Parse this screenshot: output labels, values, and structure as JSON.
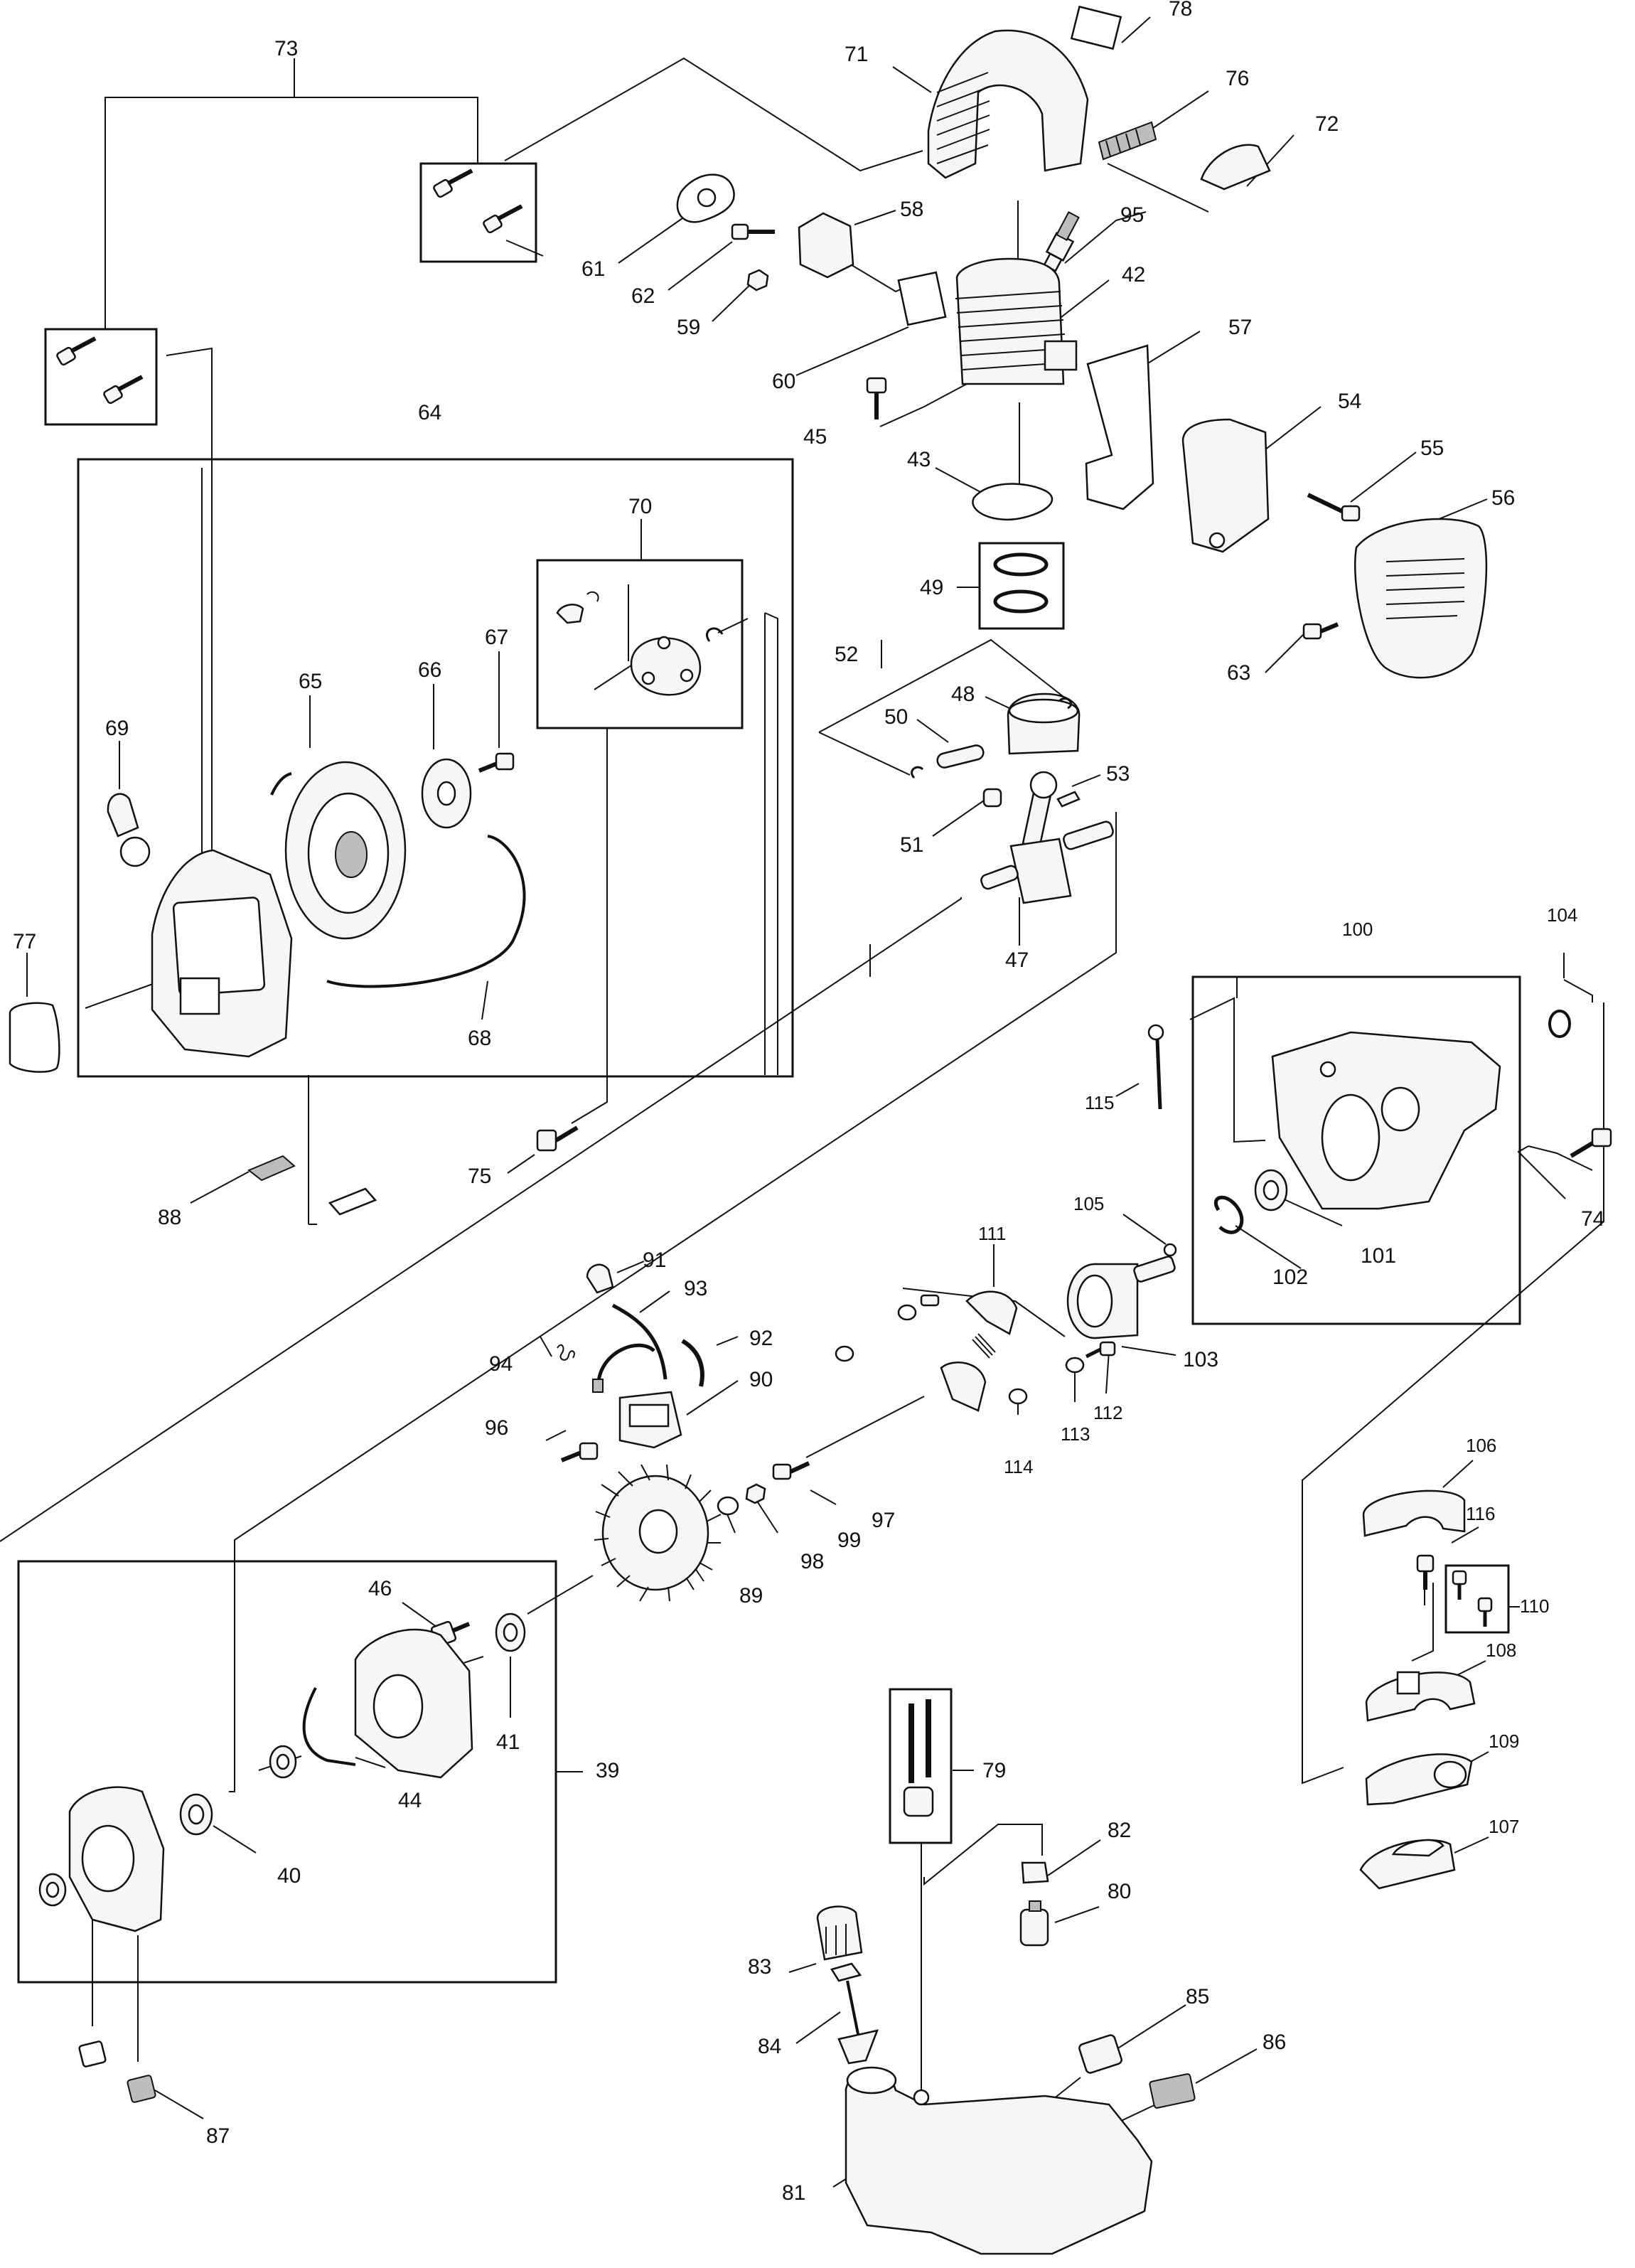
{
  "labels": {
    "p73": "73",
    "p71": "71",
    "p78": "78",
    "p76": "76",
    "p72": "72",
    "p61": "61",
    "p62": "62",
    "p58": "58",
    "p59": "59",
    "p95": "95",
    "p42": "42",
    "p60": "60",
    "p45": "45",
    "p57": "57",
    "p54": "54",
    "p55": "55",
    "p43": "43",
    "p56": "56",
    "p49": "49",
    "p63": "63",
    "p64": "64",
    "p70": "70",
    "p67": "67",
    "p65": "65",
    "p66": "66",
    "p69": "69",
    "p52": "52",
    "p48": "48",
    "p50": "50",
    "p53": "53",
    "p51": "51",
    "p47": "47",
    "p77": "77",
    "p68": "68",
    "p100": "100",
    "p104": "104",
    "p115": "115",
    "p74": "74",
    "p75": "75",
    "p88": "88",
    "p105": "105",
    "p101": "101",
    "p102": "102",
    "p111": "111",
    "p103": "103",
    "p91": "91",
    "p93": "93",
    "p92": "92",
    "p94": "94",
    "p90": "90",
    "p112": "112",
    "p113": "113",
    "p114": "114",
    "p96": "96",
    "p97": "97",
    "p99": "99",
    "p98": "98",
    "p106": "106",
    "p116": "116",
    "p110": "110",
    "p89": "89",
    "p46": "46",
    "p41": "41",
    "p39": "39",
    "p108": "108",
    "p109": "109",
    "p44": "44",
    "p79": "79",
    "p40": "40",
    "p107": "107",
    "p82": "82",
    "p80": "80",
    "p83": "83",
    "p85": "85",
    "p86": "86",
    "p84": "84",
    "p81": "81",
    "p87": "87"
  }
}
